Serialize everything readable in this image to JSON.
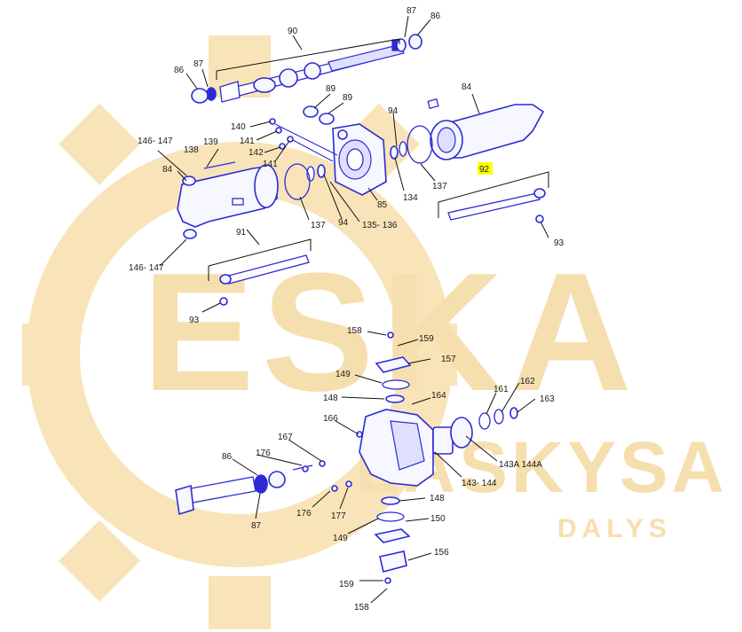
{
  "watermark": {
    "brand": "ESKA",
    "lines": [
      "DALYS"
    ],
    "line_texts": [
      "LASKYSA"
    ]
  },
  "callouts": [
    {
      "id": "c90",
      "text": "90"
    },
    {
      "id": "c87a",
      "text": "87"
    },
    {
      "id": "c86a",
      "text": "86"
    },
    {
      "id": "c86b",
      "text": "86"
    },
    {
      "id": "c87b",
      "text": "87"
    },
    {
      "id": "c89a",
      "text": "89"
    },
    {
      "id": "c89b",
      "text": "89"
    },
    {
      "id": "c84a",
      "text": "84"
    },
    {
      "id": "c140",
      "text": "140"
    },
    {
      "id": "c141a",
      "text": "141"
    },
    {
      "id": "c142",
      "text": "142"
    },
    {
      "id": "c141b",
      "text": "141"
    },
    {
      "id": "c94a",
      "text": "94"
    },
    {
      "id": "c146a",
      "text": "146- 147"
    },
    {
      "id": "c138",
      "text": "138"
    },
    {
      "id": "c139",
      "text": "139"
    },
    {
      "id": "c84b",
      "text": "84"
    },
    {
      "id": "c85",
      "text": "85"
    },
    {
      "id": "c134",
      "text": "134"
    },
    {
      "id": "c137a",
      "text": "137"
    },
    {
      "id": "c92",
      "text": "92",
      "highlight": true
    },
    {
      "id": "c137b",
      "text": "137"
    },
    {
      "id": "c94b",
      "text": "94"
    },
    {
      "id": "c135",
      "text": "135-  136"
    },
    {
      "id": "c93a",
      "text": "93"
    },
    {
      "id": "c91",
      "text": "91"
    },
    {
      "id": "c146b",
      "text": "146- 147"
    },
    {
      "id": "c93b",
      "text": "93"
    },
    {
      "id": "c158a",
      "text": "158"
    },
    {
      "id": "c159a",
      "text": "159"
    },
    {
      "id": "c157",
      "text": "157"
    },
    {
      "id": "c149a",
      "text": "149"
    },
    {
      "id": "c148a",
      "text": "148"
    },
    {
      "id": "c164",
      "text": "164"
    },
    {
      "id": "c161",
      "text": "161"
    },
    {
      "id": "c162",
      "text": "162"
    },
    {
      "id": "c163",
      "text": "163"
    },
    {
      "id": "c166",
      "text": "166"
    },
    {
      "id": "c167",
      "text": "167"
    },
    {
      "id": "c86c",
      "text": "86"
    },
    {
      "id": "c176a",
      "text": "176"
    },
    {
      "id": "c143a",
      "text": "143A 144A"
    },
    {
      "id": "c143",
      "text": "143- 144"
    },
    {
      "id": "c87c",
      "text": "87"
    },
    {
      "id": "c176b",
      "text": "176"
    },
    {
      "id": "c177",
      "text": "177"
    },
    {
      "id": "c148b",
      "text": "148"
    },
    {
      "id": "c150",
      "text": "150"
    },
    {
      "id": "c149b",
      "text": "149"
    },
    {
      "id": "c156",
      "text": "156"
    },
    {
      "id": "c159b",
      "text": "159"
    },
    {
      "id": "c158b",
      "text": "158"
    }
  ],
  "colors": {
    "parts_outline": "#2b2bd6",
    "highlight": "#ffff00",
    "watermark": "#f8e4b8"
  }
}
